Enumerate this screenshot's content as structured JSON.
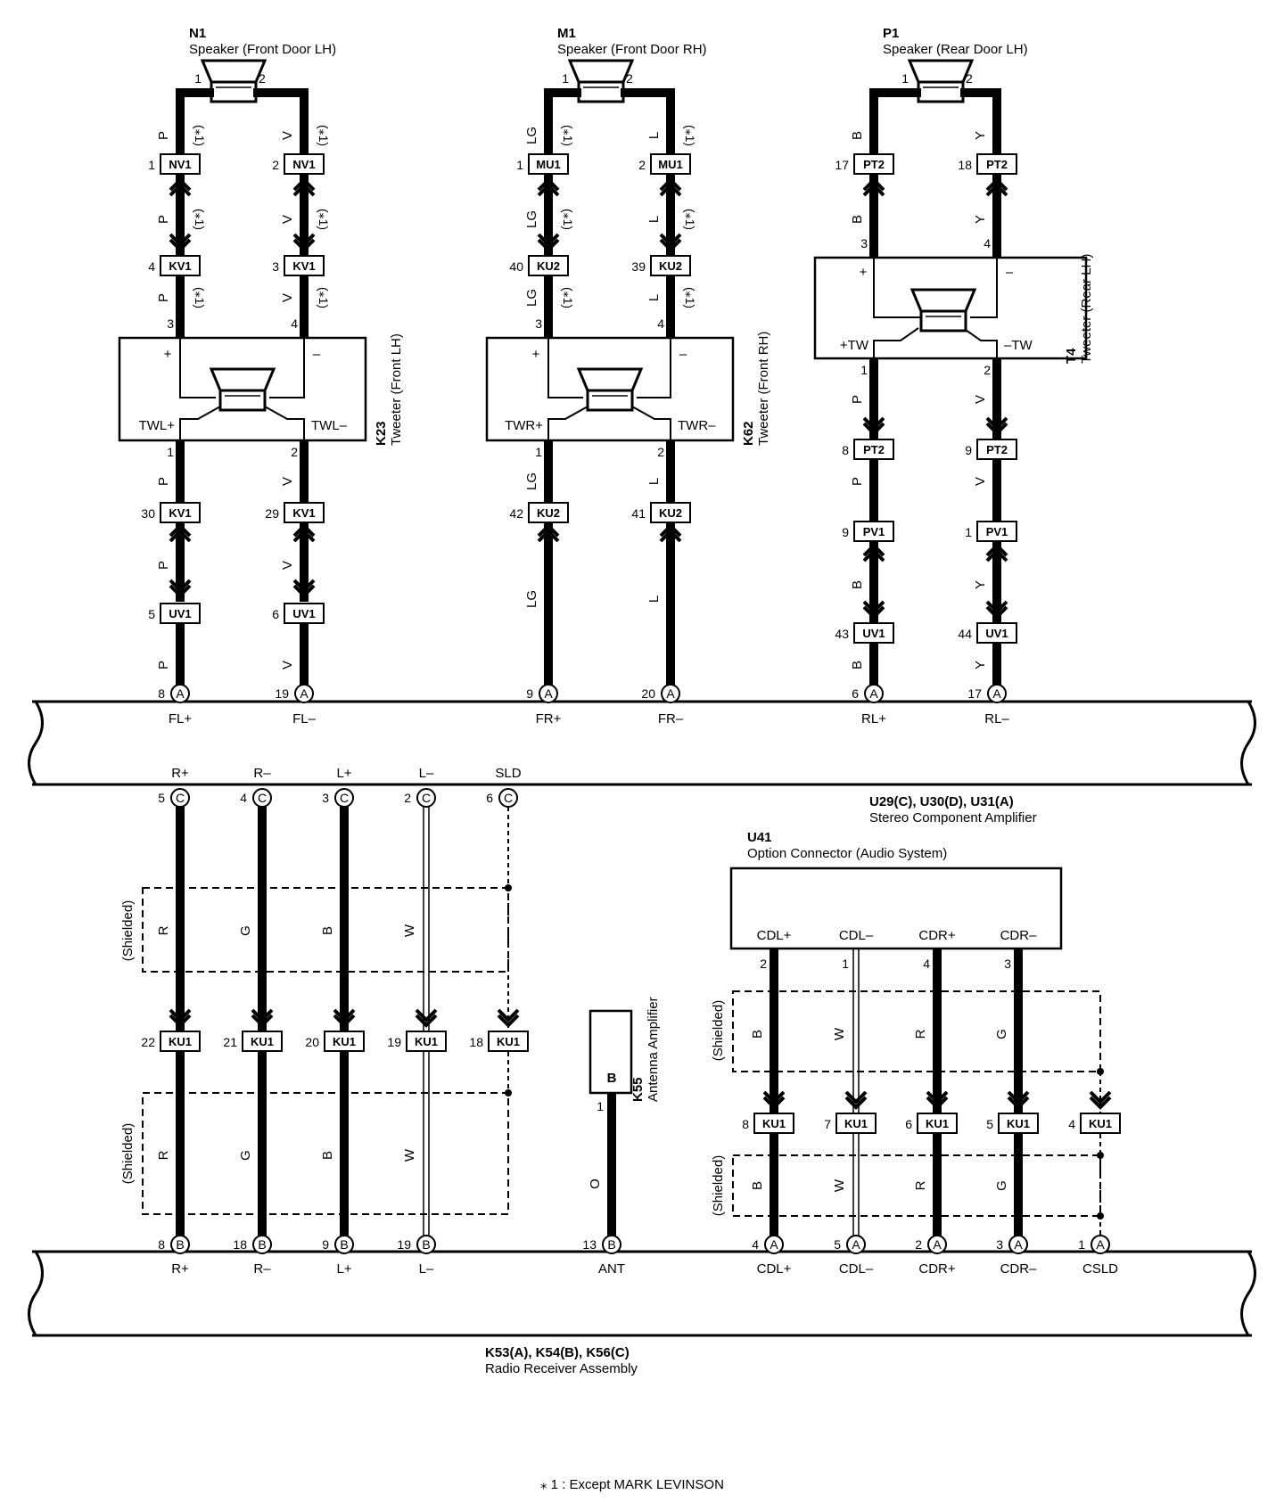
{
  "footnote": "⁎ 1 : Except MARK LEVINSON",
  "star1": "(⁎1)",
  "shielded": "(Shielded)",
  "components": {
    "n1": {
      "code": "N1",
      "name": "Speaker (Front Door LH)",
      "pins": [
        "1",
        "2"
      ]
    },
    "m1": {
      "code": "M1",
      "name": "Speaker (Front Door RH)",
      "pins": [
        "1",
        "2"
      ]
    },
    "p1": {
      "code": "P1",
      "name": "Speaker (Rear Door LH)",
      "pins": [
        "1",
        "2"
      ]
    },
    "k23": {
      "code": "K23",
      "name": "Tweeter (Front LH)",
      "plus": "+",
      "minus": "–",
      "out_left": "TWL+",
      "out_right": "TWL–"
    },
    "k62": {
      "code": "K62",
      "name": "Tweeter (Front RH)",
      "plus": "+",
      "minus": "–",
      "out_left": "TWR+",
      "out_right": "TWR–"
    },
    "t4": {
      "code": "T4",
      "name": "Tweeter (Rear LH)",
      "plus": "+",
      "minus": "–",
      "out_left": "+TW",
      "out_right": "–TW"
    },
    "amp": {
      "code": "U29(C), U30(D), U31(A)",
      "name": "Stereo Component Amplifier",
      "top_terms": [
        "FL+",
        "FL–",
        "FR+",
        "FR–",
        "RL+",
        "RL–"
      ],
      "bottom_terms": [
        "R+",
        "R–",
        "L+",
        "L–",
        "SLD"
      ]
    },
    "u41": {
      "code": "U41",
      "name": "Option Connector (Audio System)",
      "terms": [
        "CDL+",
        "CDL–",
        "CDR+",
        "CDR–"
      ]
    },
    "k55": {
      "code": "K55",
      "name": "Antenna Amplifier",
      "letter": "B"
    },
    "radio": {
      "code": "K53(A), K54(B), K56(C)",
      "name": "Radio Receiver Assembly",
      "terms": [
        "R+",
        "R–",
        "L+",
        "L–",
        "ANT",
        "CDL+",
        "CDL–",
        "CDR+",
        "CDR–",
        "CSLD"
      ]
    }
  },
  "wires": [
    {
      "id": "w1",
      "colors": [
        "P",
        "P",
        "P",
        "P",
        "P",
        "P"
      ],
      "pins": [
        "1",
        "4",
        "3",
        "1",
        "30",
        "5",
        "8"
      ],
      "conns": [
        "NV1",
        "KV1",
        "KV1",
        "UV1"
      ],
      "circle": "A"
    },
    {
      "id": "w2",
      "colors": [
        "V",
        "V",
        "V",
        "V",
        "V",
        "V"
      ],
      "pins": [
        "2",
        "3",
        "4",
        "2",
        "29",
        "6",
        "19"
      ],
      "conns": [
        "NV1",
        "KV1",
        "KV1",
        "UV1"
      ],
      "circle": "A"
    },
    {
      "id": "w3",
      "colors": [
        "LG",
        "LG",
        "LG",
        "LG",
        "LG"
      ],
      "pins": [
        "1",
        "40",
        "3",
        "1",
        "42",
        "9"
      ],
      "conns": [
        "MU1",
        "KU2",
        "KU2"
      ],
      "circle": "A"
    },
    {
      "id": "w4",
      "colors": [
        "L",
        "L",
        "L",
        "L",
        "L"
      ],
      "pins": [
        "2",
        "39",
        "4",
        "2",
        "41",
        "20"
      ],
      "conns": [
        "MU1",
        "KU2",
        "KU2"
      ],
      "circle": "A"
    },
    {
      "id": "w5",
      "colors": [
        "B",
        "B",
        "P",
        "P",
        "B",
        "B"
      ],
      "pins": [
        "17",
        "3",
        "1",
        "8",
        "9",
        "43",
        "6"
      ],
      "conns": [
        "PT2",
        "PT2",
        "PV1",
        "UV1"
      ],
      "circle": "A"
    },
    {
      "id": "w6",
      "colors": [
        "Y",
        "Y",
        "V",
        "V",
        "Y",
        "Y"
      ],
      "pins": [
        "18",
        "4",
        "2",
        "9",
        "1",
        "44",
        "17"
      ],
      "conns": [
        "PT2",
        "PT2",
        "PV1",
        "UV1"
      ],
      "circle": "A"
    },
    {
      "id": "r1",
      "colors": [
        "R",
        "R"
      ],
      "pins": [
        "5",
        "22",
        "8"
      ],
      "conns": [
        "KU1"
      ],
      "circles": [
        "C",
        "B"
      ]
    },
    {
      "id": "r2",
      "colors": [
        "G",
        "G"
      ],
      "pins": [
        "4",
        "21",
        "18"
      ],
      "conns": [
        "KU1"
      ],
      "circles": [
        "C",
        "B"
      ]
    },
    {
      "id": "r3",
      "colors": [
        "B",
        "B"
      ],
      "pins": [
        "3",
        "20",
        "9"
      ],
      "conns": [
        "KU1"
      ],
      "circles": [
        "C",
        "B"
      ]
    },
    {
      "id": "r4",
      "colors": [
        "W",
        "W"
      ],
      "pins": [
        "2",
        "19",
        "19"
      ],
      "conns": [
        "KU1"
      ],
      "circles": [
        "C",
        "B"
      ]
    },
    {
      "id": "r5",
      "colors": [],
      "pins": [
        "6",
        "18"
      ],
      "conns": [
        "KU1"
      ],
      "circles": [
        "C"
      ]
    },
    {
      "id": "ant",
      "colors": [
        "O"
      ],
      "pins": [
        "1",
        "13"
      ],
      "circles": [
        "B"
      ]
    },
    {
      "id": "c1",
      "colors": [
        "B",
        "B"
      ],
      "pins": [
        "2",
        "8",
        "4"
      ],
      "conns": [
        "KU1"
      ],
      "circles": [
        "A"
      ]
    },
    {
      "id": "c2",
      "colors": [
        "W",
        "W"
      ],
      "pins": [
        "1",
        "7",
        "5"
      ],
      "conns": [
        "KU1"
      ],
      "circles": [
        "A"
      ]
    },
    {
      "id": "c3",
      "colors": [
        "R",
        "R"
      ],
      "pins": [
        "4",
        "6",
        "2"
      ],
      "conns": [
        "KU1"
      ],
      "circles": [
        "A"
      ]
    },
    {
      "id": "c4",
      "colors": [
        "G",
        "G"
      ],
      "pins": [
        "3",
        "5",
        "3"
      ],
      "conns": [
        "KU1"
      ],
      "circles": [
        "A"
      ]
    },
    {
      "id": "c5",
      "colors": [],
      "pins": [
        "4",
        "1"
      ],
      "conns": [
        "KU1"
      ],
      "circles": [
        "A"
      ]
    }
  ]
}
